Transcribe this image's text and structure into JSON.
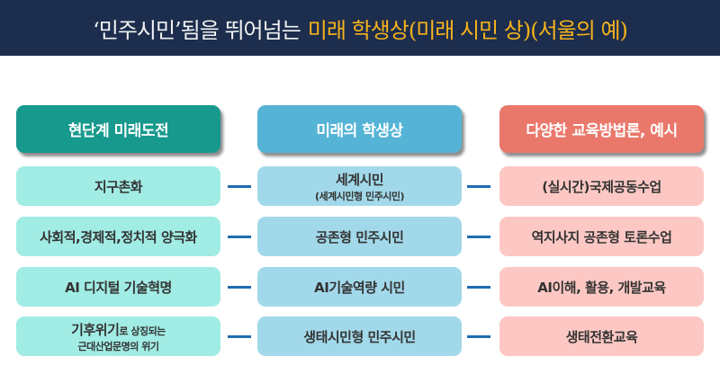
{
  "title": {
    "white": "‘민주시민’됨을 뛰어넘는",
    "yellow": "미래 학생상(미래 시민 상)(서울의 예)"
  },
  "columns": [
    {
      "header": "현단계 미래도전"
    },
    {
      "header": "미래의 학생상"
    },
    {
      "header": "다양한 교육방법론, 예시"
    }
  ],
  "rows": [
    {
      "challenge": "지구촌화",
      "student": "세계시민",
      "student_sub": "(세계시민형 민주시민)",
      "method": "(실시간)국제공동수업"
    },
    {
      "challenge": "사회적,경제적,정치적 양극화",
      "student": "공존형 민주시민",
      "method": "역지사지 공존형 토론수업"
    },
    {
      "challenge": "AI 디지털 기술혁명",
      "student": "AI기술역량 시민",
      "method": "AI이해, 활용, 개발교육"
    },
    {
      "challenge": "기후위기",
      "challenge_small": "로 상징되는",
      "challenge_line2": "근대산업문명의 위기",
      "student": "생태시민형 민주시민",
      "method": "생태전환교육"
    }
  ]
}
